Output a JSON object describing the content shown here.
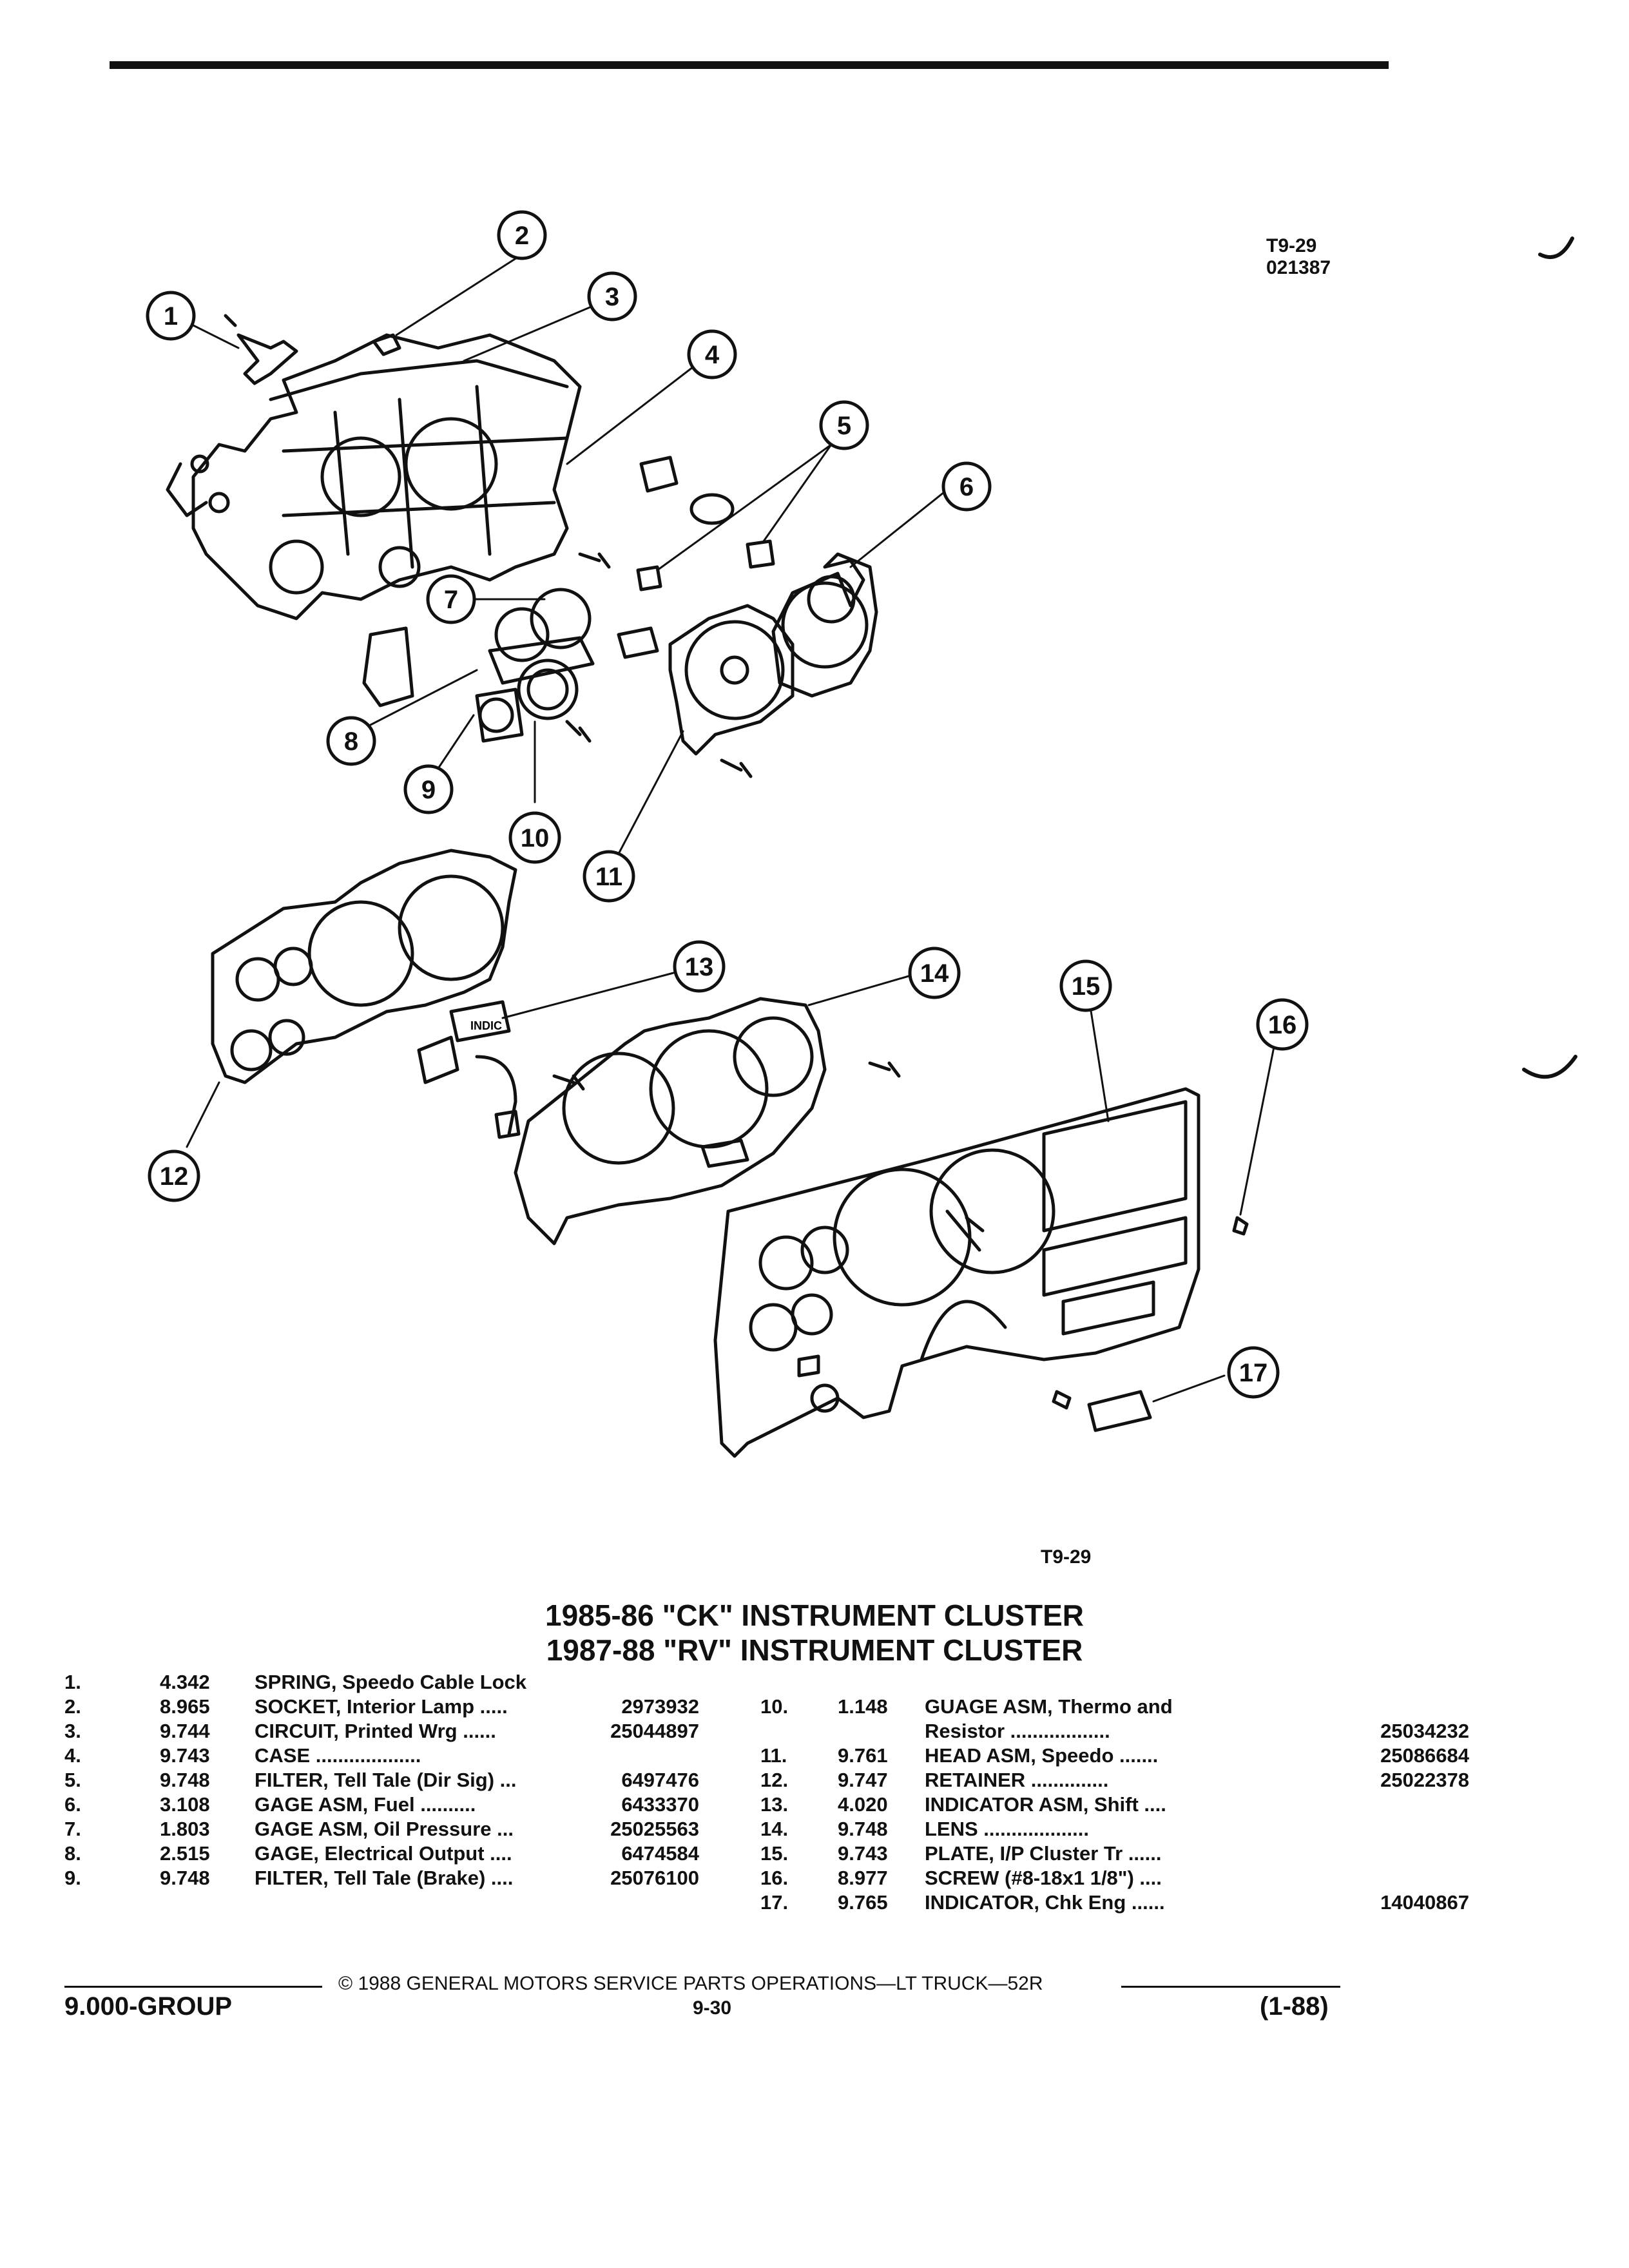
{
  "figure": {
    "ref_top": "T9-29",
    "ref_code": "021387",
    "ref_bottom": "T9-29",
    "callouts": [
      "1",
      "2",
      "3",
      "4",
      "5",
      "6",
      "7",
      "8",
      "9",
      "10",
      "11",
      "12",
      "13",
      "14",
      "15",
      "16",
      "17"
    ],
    "ind_label": "INDIC"
  },
  "title": {
    "line1": "1985-86 \"CK\" INSTRUMENT CLUSTER",
    "line2": "1987-88 \"RV\" INSTRUMENT CLUSTER"
  },
  "parts_left": [
    {
      "num": "1.",
      "code": "4.342",
      "desc": "SPRING, Speedo Cable Lock",
      "pn": ""
    },
    {
      "num": "2.",
      "code": "8.965",
      "desc": "SOCKET, Interior Lamp .....",
      "pn": "2973932"
    },
    {
      "num": "3.",
      "code": "9.744",
      "desc": "CIRCUIT, Printed Wrg ......",
      "pn": "25044897"
    },
    {
      "num": "4.",
      "code": "9.743",
      "desc": "CASE ...................",
      "pn": ""
    },
    {
      "num": "5.",
      "code": "9.748",
      "desc": "FILTER, Tell Tale (Dir Sig) ...",
      "pn": "6497476"
    },
    {
      "num": "6.",
      "code": "3.108",
      "desc": "GAGE ASM, Fuel ..........",
      "pn": "6433370"
    },
    {
      "num": "7.",
      "code": "1.803",
      "desc": "GAGE ASM, Oil Pressure ...",
      "pn": "25025563"
    },
    {
      "num": "8.",
      "code": "2.515",
      "desc": "GAGE, Electrical Output ....",
      "pn": "6474584"
    },
    {
      "num": "9.",
      "code": "9.748",
      "desc": "FILTER, Tell Tale (Brake) ....",
      "pn": "25076100"
    }
  ],
  "parts_right": [
    {
      "num": "10.",
      "code": "1.148",
      "desc": "GUAGE ASM, Thermo and",
      "pn": ""
    },
    {
      "num": "",
      "code": "",
      "desc": "Resistor ..................",
      "pn": "25034232"
    },
    {
      "num": "11.",
      "code": "9.761",
      "desc": "HEAD ASM, Speedo .......",
      "pn": "25086684"
    },
    {
      "num": "12.",
      "code": "9.747",
      "desc": "RETAINER ..............",
      "pn": "25022378"
    },
    {
      "num": "13.",
      "code": "4.020",
      "desc": "INDICATOR ASM, Shift ....",
      "pn": ""
    },
    {
      "num": "14.",
      "code": "9.748",
      "desc": "LENS ...................",
      "pn": ""
    },
    {
      "num": "15.",
      "code": "9.743",
      "desc": "PLATE, I/P Cluster Tr ......",
      "pn": ""
    },
    {
      "num": "16.",
      "code": "8.977",
      "desc": "SCREW (#8-18x1 1/8\") ....",
      "pn": ""
    },
    {
      "num": "17.",
      "code": "9.765",
      "desc": "INDICATOR, Chk Eng ......",
      "pn": "14040867"
    }
  ],
  "footer": {
    "copyright": "© 1988 GENERAL MOTORS SERVICE PARTS OPERATIONS—LT TRUCK—52R",
    "group": "9.000-GROUP",
    "page": "9-30",
    "date": "(1-88)"
  }
}
